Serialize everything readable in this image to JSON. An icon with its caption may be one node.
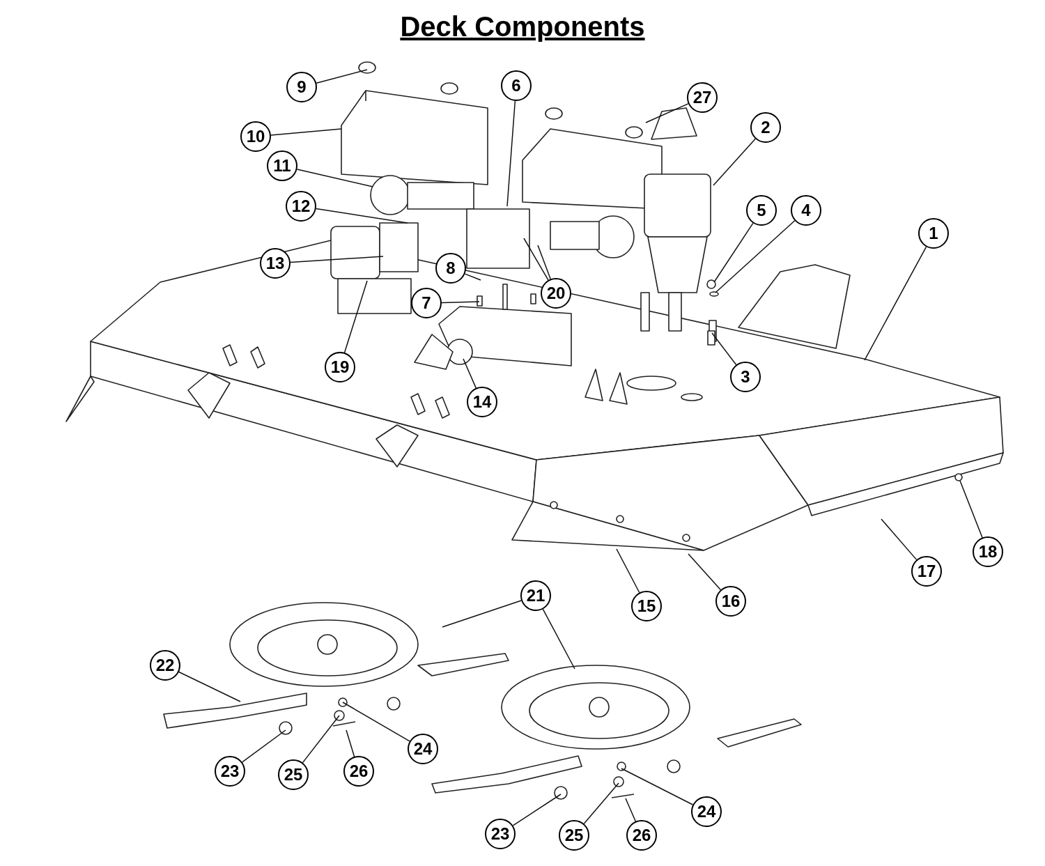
{
  "diagram": {
    "title": "Deck Components",
    "nodes": [
      {
        "text": [
          "9"
        ]
      },
      {
        "text": [
          "6"
        ]
      },
      {
        "text": [
          "27"
        ]
      },
      {
        "text": [
          "2"
        ]
      },
      {
        "text": [
          "10"
        ]
      },
      {
        "text": [
          "11"
        ]
      },
      {
        "text": [
          "12"
        ]
      },
      {
        "text": [
          "5"
        ]
      },
      {
        "text": [
          "4"
        ]
      },
      {
        "text": [
          "1"
        ]
      },
      {
        "text": [
          "13"
        ]
      },
      {
        "text": [
          "8"
        ]
      },
      {
        "text": [
          "20"
        ]
      },
      {
        "text": [
          "7"
        ]
      },
      {
        "text": [
          "19"
        ]
      },
      {
        "text": [
          "3"
        ]
      },
      {
        "text": [
          "14"
        ]
      },
      {
        "text": [
          "18"
        ]
      },
      {
        "text": [
          "17"
        ]
      },
      {
        "text": [
          "21"
        ]
      },
      {
        "text": [
          "16"
        ]
      },
      {
        "text": [
          "15"
        ]
      },
      {
        "text": [
          "22"
        ]
      },
      {
        "text": [
          "24"
        ]
      },
      {
        "text": [
          "23"
        ]
      },
      {
        "text": [
          "26"
        ]
      },
      {
        "text": [
          "25"
        ]
      },
      {
        "text": [
          "24"
        ]
      },
      {
        "text": [
          "23"
        ]
      },
      {
        "text": [
          "25"
        ]
      },
      {
        "text": [
          "26"
        ]
      }
    ],
    "edges": [
      {
        "from": 0,
        "to": null,
        "arrow": "none"
      },
      {
        "from": 1,
        "to": null,
        "arrow": "none"
      },
      {
        "from": 2,
        "to": null,
        "arrow": "none"
      },
      {
        "from": 3,
        "to": null,
        "arrow": "none"
      },
      {
        "from": 4,
        "to": null,
        "arrow": "none"
      },
      {
        "from": 5,
        "to": null,
        "arrow": "none"
      },
      {
        "from": 6,
        "to": null,
        "arrow": "none"
      },
      {
        "from": 7,
        "to": null,
        "arrow": "none"
      },
      {
        "from": 8,
        "to": null,
        "arrow": "none"
      },
      {
        "from": 9,
        "to": null,
        "arrow": "none"
      },
      {
        "from": 10,
        "to": null,
        "arrow": "none"
      },
      {
        "from": 11,
        "to": null,
        "arrow": "none"
      },
      {
        "from": 12,
        "to": null,
        "arrow": "none"
      },
      {
        "from": 12,
        "to": null,
        "arrow": "none"
      },
      {
        "from": 13,
        "to": null,
        "arrow": "none"
      },
      {
        "from": 14,
        "to": null,
        "arrow": "none"
      },
      {
        "from": 15,
        "to": null,
        "arrow": "none"
      },
      {
        "from": 16,
        "to": null,
        "arrow": "none"
      },
      {
        "from": 17,
        "to": null,
        "arrow": "none"
      },
      {
        "from": 18,
        "to": null,
        "arrow": "none"
      },
      {
        "from": 19,
        "to": null,
        "arrow": "none"
      },
      {
        "from": 19,
        "to": null,
        "arrow": "none"
      },
      {
        "from": 20,
        "to": null,
        "arrow": "none"
      },
      {
        "from": 21,
        "to": null,
        "arrow": "none"
      },
      {
        "from": 22,
        "to": null,
        "arrow": "none"
      },
      {
        "from": 23,
        "to": null,
        "arrow": "none"
      },
      {
        "from": 24,
        "to": null,
        "arrow": "none"
      },
      {
        "from": 25,
        "to": null,
        "arrow": "none"
      },
      {
        "from": 26,
        "to": null,
        "arrow": "none"
      },
      {
        "from": 27,
        "to": null,
        "arrow": "none"
      },
      {
        "from": 28,
        "to": null,
        "arrow": "none"
      },
      {
        "from": 29,
        "to": null,
        "arrow": "none"
      },
      {
        "from": 30,
        "to": null,
        "arrow": "none"
      }
    ]
  }
}
